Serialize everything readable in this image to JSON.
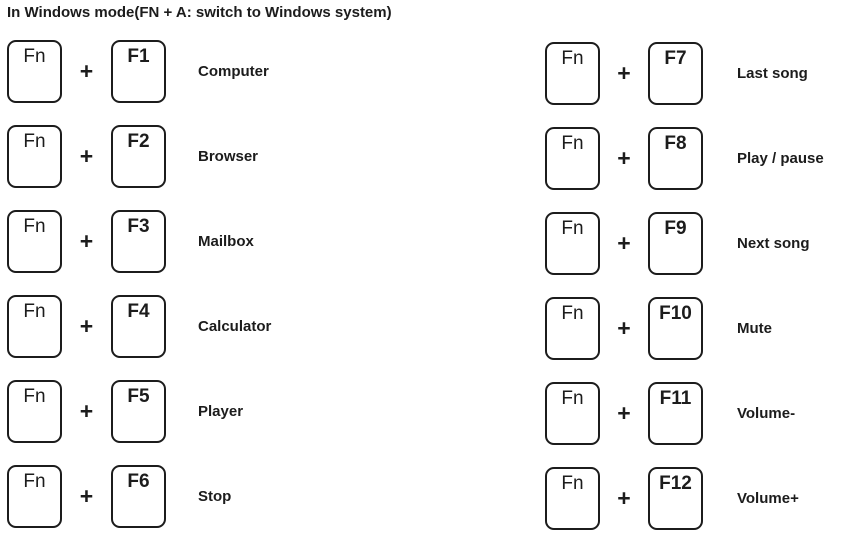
{
  "title": "In Windows mode(FN + A: switch to Windows system)",
  "fn_label": "Fn",
  "plus_sign": "+",
  "columns": {
    "left": [
      {
        "key": "F1",
        "action": "Computer"
      },
      {
        "key": "F2",
        "action": "Browser"
      },
      {
        "key": "F3",
        "action": "Mailbox"
      },
      {
        "key": "F4",
        "action": "Calculator"
      },
      {
        "key": "F5",
        "action": "Player"
      },
      {
        "key": "F6",
        "action": "Stop"
      }
    ],
    "right": [
      {
        "key": "F7",
        "action": "Last song"
      },
      {
        "key": "F8",
        "action": "Play / pause"
      },
      {
        "key": "F9",
        "action": "Next song"
      },
      {
        "key": "F10",
        "action": "Mute"
      },
      {
        "key": "F11",
        "action": "Volume-"
      },
      {
        "key": "F12",
        "action": "Volume+"
      }
    ]
  },
  "colors": {
    "background": "#ffffff",
    "text": "#1c1c1c",
    "key_border": "#1c1c1c"
  }
}
